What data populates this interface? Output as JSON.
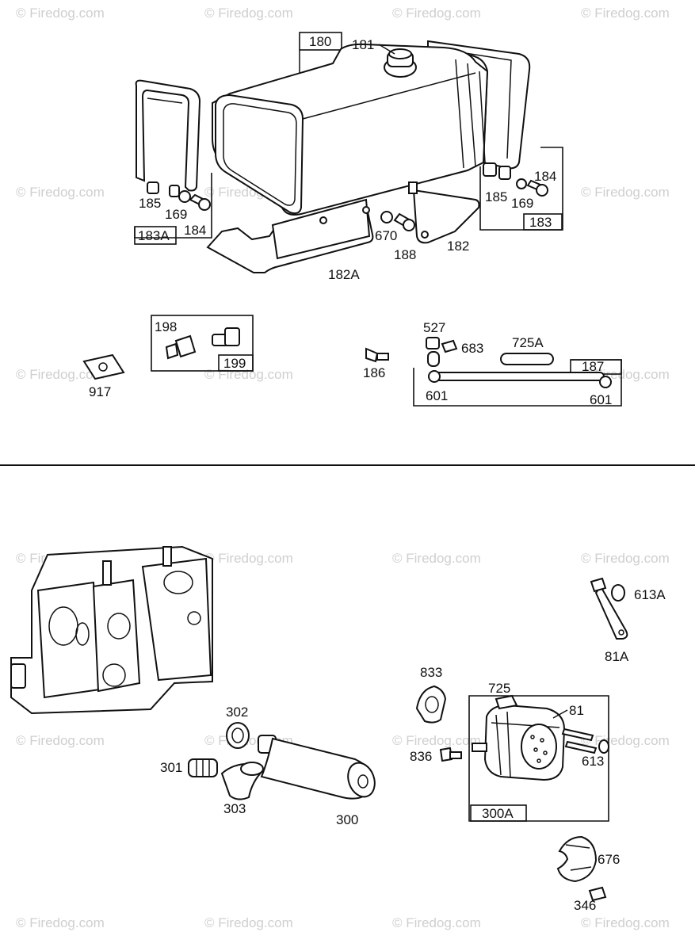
{
  "watermark": "© Firedog.com",
  "labels": {
    "l180": "180",
    "l181": "181",
    "l182": "182",
    "l182A": "182A",
    "l183": "183",
    "l183A": "183A",
    "l184a": "184",
    "l184b": "184",
    "l185a": "185",
    "l185b": "185",
    "l169a": "169",
    "l169b": "169",
    "l188": "188",
    "l670": "670",
    "l186": "186",
    "l187": "187",
    "l198": "198",
    "l199": "199",
    "l917": "917",
    "l527": "527",
    "l683": "683",
    "l725A": "725A",
    "l601a": "601",
    "l601b": "601",
    "l300": "300",
    "l300A": "300A",
    "l301": "301",
    "l302": "302",
    "l303": "303",
    "l346": "346",
    "l613": "613",
    "l613A": "613A",
    "l676": "676",
    "l725": "725",
    "l81": "81",
    "l81A": "81A",
    "l833": "833",
    "l836": "836"
  }
}
